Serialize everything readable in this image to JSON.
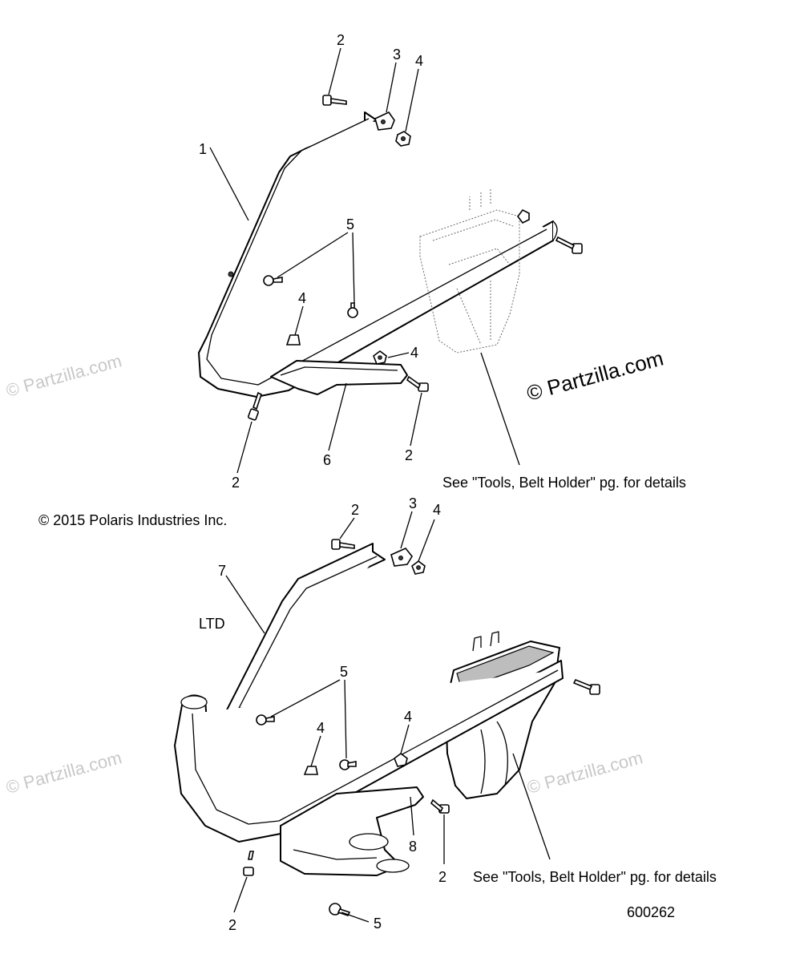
{
  "diagram": {
    "copyright": "© 2015 Polaris Industries Inc.",
    "variant_label": "LTD",
    "figure_number": "600262",
    "note_upper": "See \"Tools, Belt Holder\" pg. for details",
    "note_lower": "See \"Tools, Belt Holder\" pg. for details",
    "watermark_main": "© Partzilla.com",
    "watermark_faint": "© Partzilla.com",
    "callouts_upper": [
      "2",
      "3",
      "4",
      "1",
      "5",
      "4",
      "4",
      "2",
      "6",
      "2"
    ],
    "callouts_lower": [
      "2",
      "3",
      "4",
      "7",
      "5",
      "4",
      "4",
      "8",
      "2",
      "2",
      "5"
    ]
  }
}
